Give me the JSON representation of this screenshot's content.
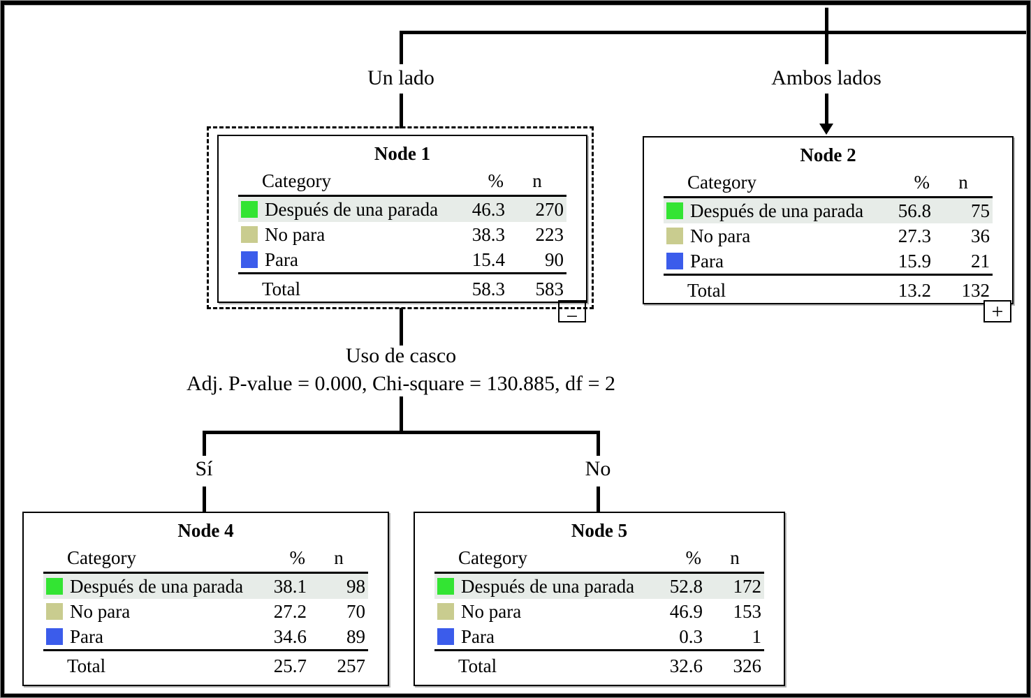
{
  "table_headers": {
    "category": "Category",
    "pct": "%",
    "n": "n"
  },
  "branches": {
    "un_lado": "Un lado",
    "ambos_lados": "Ambos lados",
    "si": "Sí",
    "no": "No"
  },
  "split": {
    "variable": "Uso de casco",
    "stats": "Adj. P-value = 0.000, Chi-square = 130.885, df = 2"
  },
  "nodes": {
    "node1": {
      "title": "Node 1",
      "rows": [
        {
          "category": "Después de una parada",
          "pct": "46.3",
          "n": "270"
        },
        {
          "category": "No para",
          "pct": "38.3",
          "n": "223"
        },
        {
          "category": "Para",
          "pct": "15.4",
          "n": "90"
        }
      ],
      "total": {
        "label": "Total",
        "pct": "58.3",
        "n": "583"
      },
      "collapse_glyph": "−"
    },
    "node2": {
      "title": "Node 2",
      "rows": [
        {
          "category": "Después de una parada",
          "pct": "56.8",
          "n": "75"
        },
        {
          "category": "No para",
          "pct": "27.3",
          "n": "36"
        },
        {
          "category": "Para",
          "pct": "15.9",
          "n": "21"
        }
      ],
      "total": {
        "label": "Total",
        "pct": "13.2",
        "n": "132"
      },
      "expand_glyph": "+"
    },
    "node4": {
      "title": "Node 4",
      "rows": [
        {
          "category": "Después de una parada",
          "pct": "38.1",
          "n": "98"
        },
        {
          "category": "No para",
          "pct": "27.2",
          "n": "70"
        },
        {
          "category": "Para",
          "pct": "34.6",
          "n": "89"
        }
      ],
      "total": {
        "label": "Total",
        "pct": "25.7",
        "n": "257"
      }
    },
    "node5": {
      "title": "Node 5",
      "rows": [
        {
          "category": "Después de una parada",
          "pct": "52.8",
          "n": "172"
        },
        {
          "category": "No para",
          "pct": "46.9",
          "n": "153"
        },
        {
          "category": "Para",
          "pct": "0.3",
          "n": "1"
        }
      ],
      "total": {
        "label": "Total",
        "pct": "32.6",
        "n": "326"
      }
    }
  },
  "colors": {
    "category_green": "#33e433",
    "category_olive": "#c9cc8f",
    "category_blue": "#3b5ceb",
    "highlight_row": "#e7ece8",
    "green_style": "background:#33e433",
    "olive_style": "background:#c9cc8f",
    "blue_style": "background:#3b5ceb",
    "highlight_style": "background:#e7ece8"
  }
}
